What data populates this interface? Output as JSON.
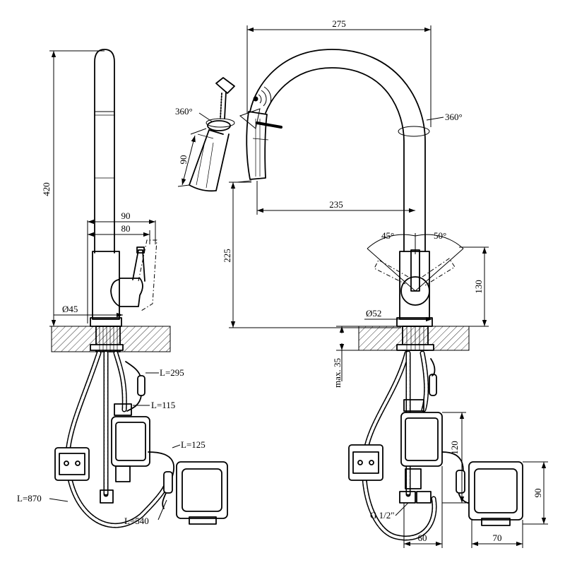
{
  "side_view": {
    "height_420": "420",
    "width_90": "90",
    "width_80": "80",
    "dia_45": "Ø45",
    "hose_l295": "L=295",
    "hose_l115": "L=115",
    "hose_l125": "L=125",
    "hose_l870": "L=870",
    "hose_l540": "L=540"
  },
  "front_view": {
    "reach_275": "275",
    "angle_360_head": "360°",
    "angle_360_spout": "360°",
    "head_90": "90",
    "reach_235": "235",
    "height_225": "225",
    "angle_45": "45°",
    "angle_50": "50°",
    "height_130": "130",
    "dia_52": "Ø52",
    "max_35": "max. 35",
    "box_120": "120",
    "thread": "G 1/2\"",
    "box_60": "60",
    "box_70": "70",
    "box_90": "90"
  }
}
